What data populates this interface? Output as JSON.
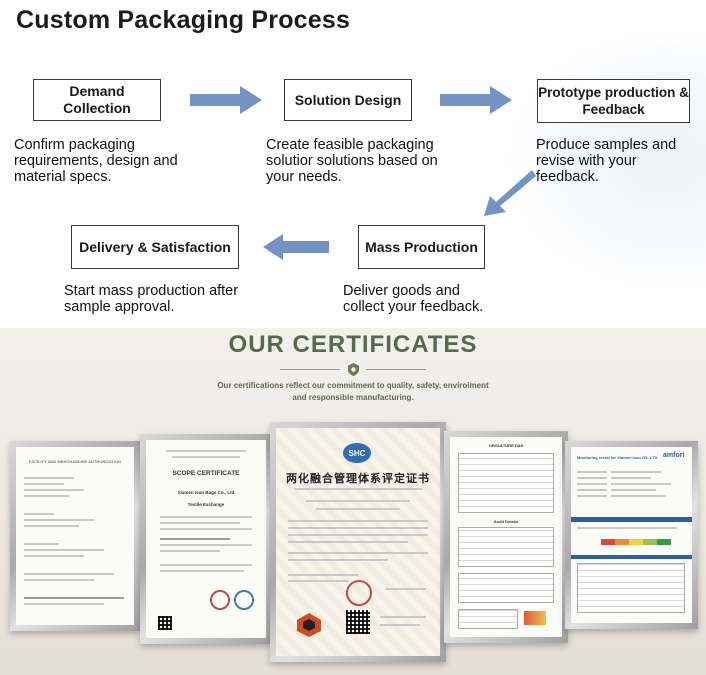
{
  "process": {
    "title": "Custom Packaging Process",
    "steps": [
      {
        "label": "Demand Collection",
        "description": "Confirm packaging requirements, design and material specs."
      },
      {
        "label": "Solution Design",
        "description": "Create feasible packaging solutior solutions based on your needs."
      },
      {
        "label": "Prototype production & Feedback",
        "description": "Produce samples and revise with your feedback."
      },
      {
        "label": "Mass Production",
        "description": "Deliver goods and collect your feedback."
      },
      {
        "label": "Delivery & Satisfaction",
        "description": "Start mass production after sample approval."
      }
    ],
    "colors": {
      "arrow": "#7393c4",
      "box_border": "#3a3a3a",
      "text": "#111111"
    }
  },
  "certificates": {
    "title": "OUR CERTIFICATES",
    "subtitle_line1": "Our certifications reflect our commitment to quality, safety, enviroiment",
    "subtitle_line2": "and responsible manufacturing.",
    "title_color": "#58684a",
    "items": [
      {
        "heading": "FACILITY AND MERCHANDISE AUTHORIZATION"
      },
      {
        "heading": "SCOPE CERTIFICATE",
        "company": "Xiamen Isun Bags Co., Ltd",
        "org": "Textile Exchange"
      },
      {
        "heading": "两化融合管理体系评定证书",
        "logo": "SHC"
      },
      {
        "heading": "ORGULTURE DAS",
        "section": "Audit Details"
      },
      {
        "heading": "Monitoring result for Xiamen Isun GS, LTD",
        "brand": "amfori"
      }
    ]
  }
}
